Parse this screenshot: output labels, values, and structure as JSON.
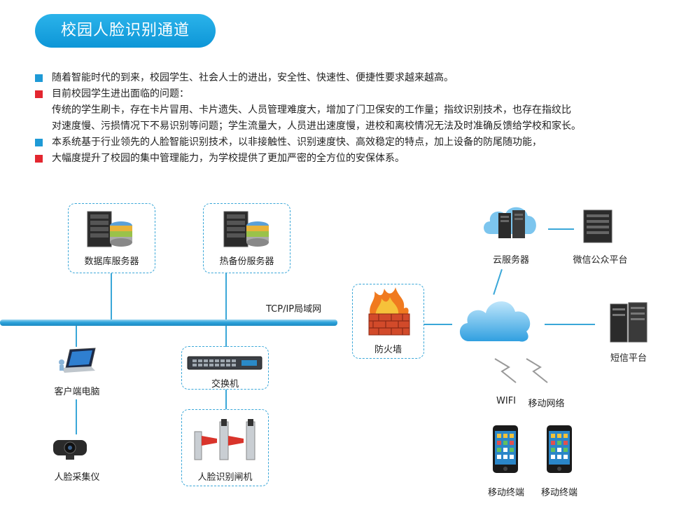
{
  "title": "校园人脸识别通道",
  "bullets": [
    {
      "color": "blue",
      "lines": [
        "随着智能时代的到来，校园学生、社会人士的进出，安全性、快速性、便捷性要求越来越高。"
      ]
    },
    {
      "color": "red",
      "lines": [
        "目前校园学生进出面临的问题：",
        "传统的学生刷卡，存在卡片冒用、卡片遗失、人员管理难度大，增加了门卫保安的工作量；指纹识别技术，也存在指纹比",
        "对速度慢、污损情况下不易识别等问题；学生流量大，人员进出速度慢，进校和离校情况无法及时准确反馈给学校和家长。"
      ]
    },
    {
      "color": "blue",
      "lines": [
        "本系统基于行业领先的人脸智能识别技术，以非接触性、识别速度快、高效稳定的特点，加上设备的防尾随功能，"
      ]
    },
    {
      "color": "red",
      "lines": [
        "大幅度提升了校园的集中管理能力，为学校提供了更加严密的全方位的安保体系。"
      ]
    }
  ],
  "colors": {
    "accent": "#1e9ad6",
    "red": "#e3262f",
    "line": "#3aa7d8"
  },
  "diagram": {
    "network_label": "TCP/IP局域网",
    "db_server": "数据库服务器",
    "backup_server": "热备份服务器",
    "client_pc": "客户端电脑",
    "face_camera": "人脸采集仪",
    "switch": "交换机",
    "face_gate": "人脸识别闸机",
    "firewall": "防火墙",
    "cloud_server": "云服务器",
    "wechat": "微信公众平台",
    "sms": "短信平台",
    "wifi": "WIFI",
    "mobile_net": "移动网络",
    "terminal1": "移动终端",
    "terminal2": "移动终端"
  }
}
